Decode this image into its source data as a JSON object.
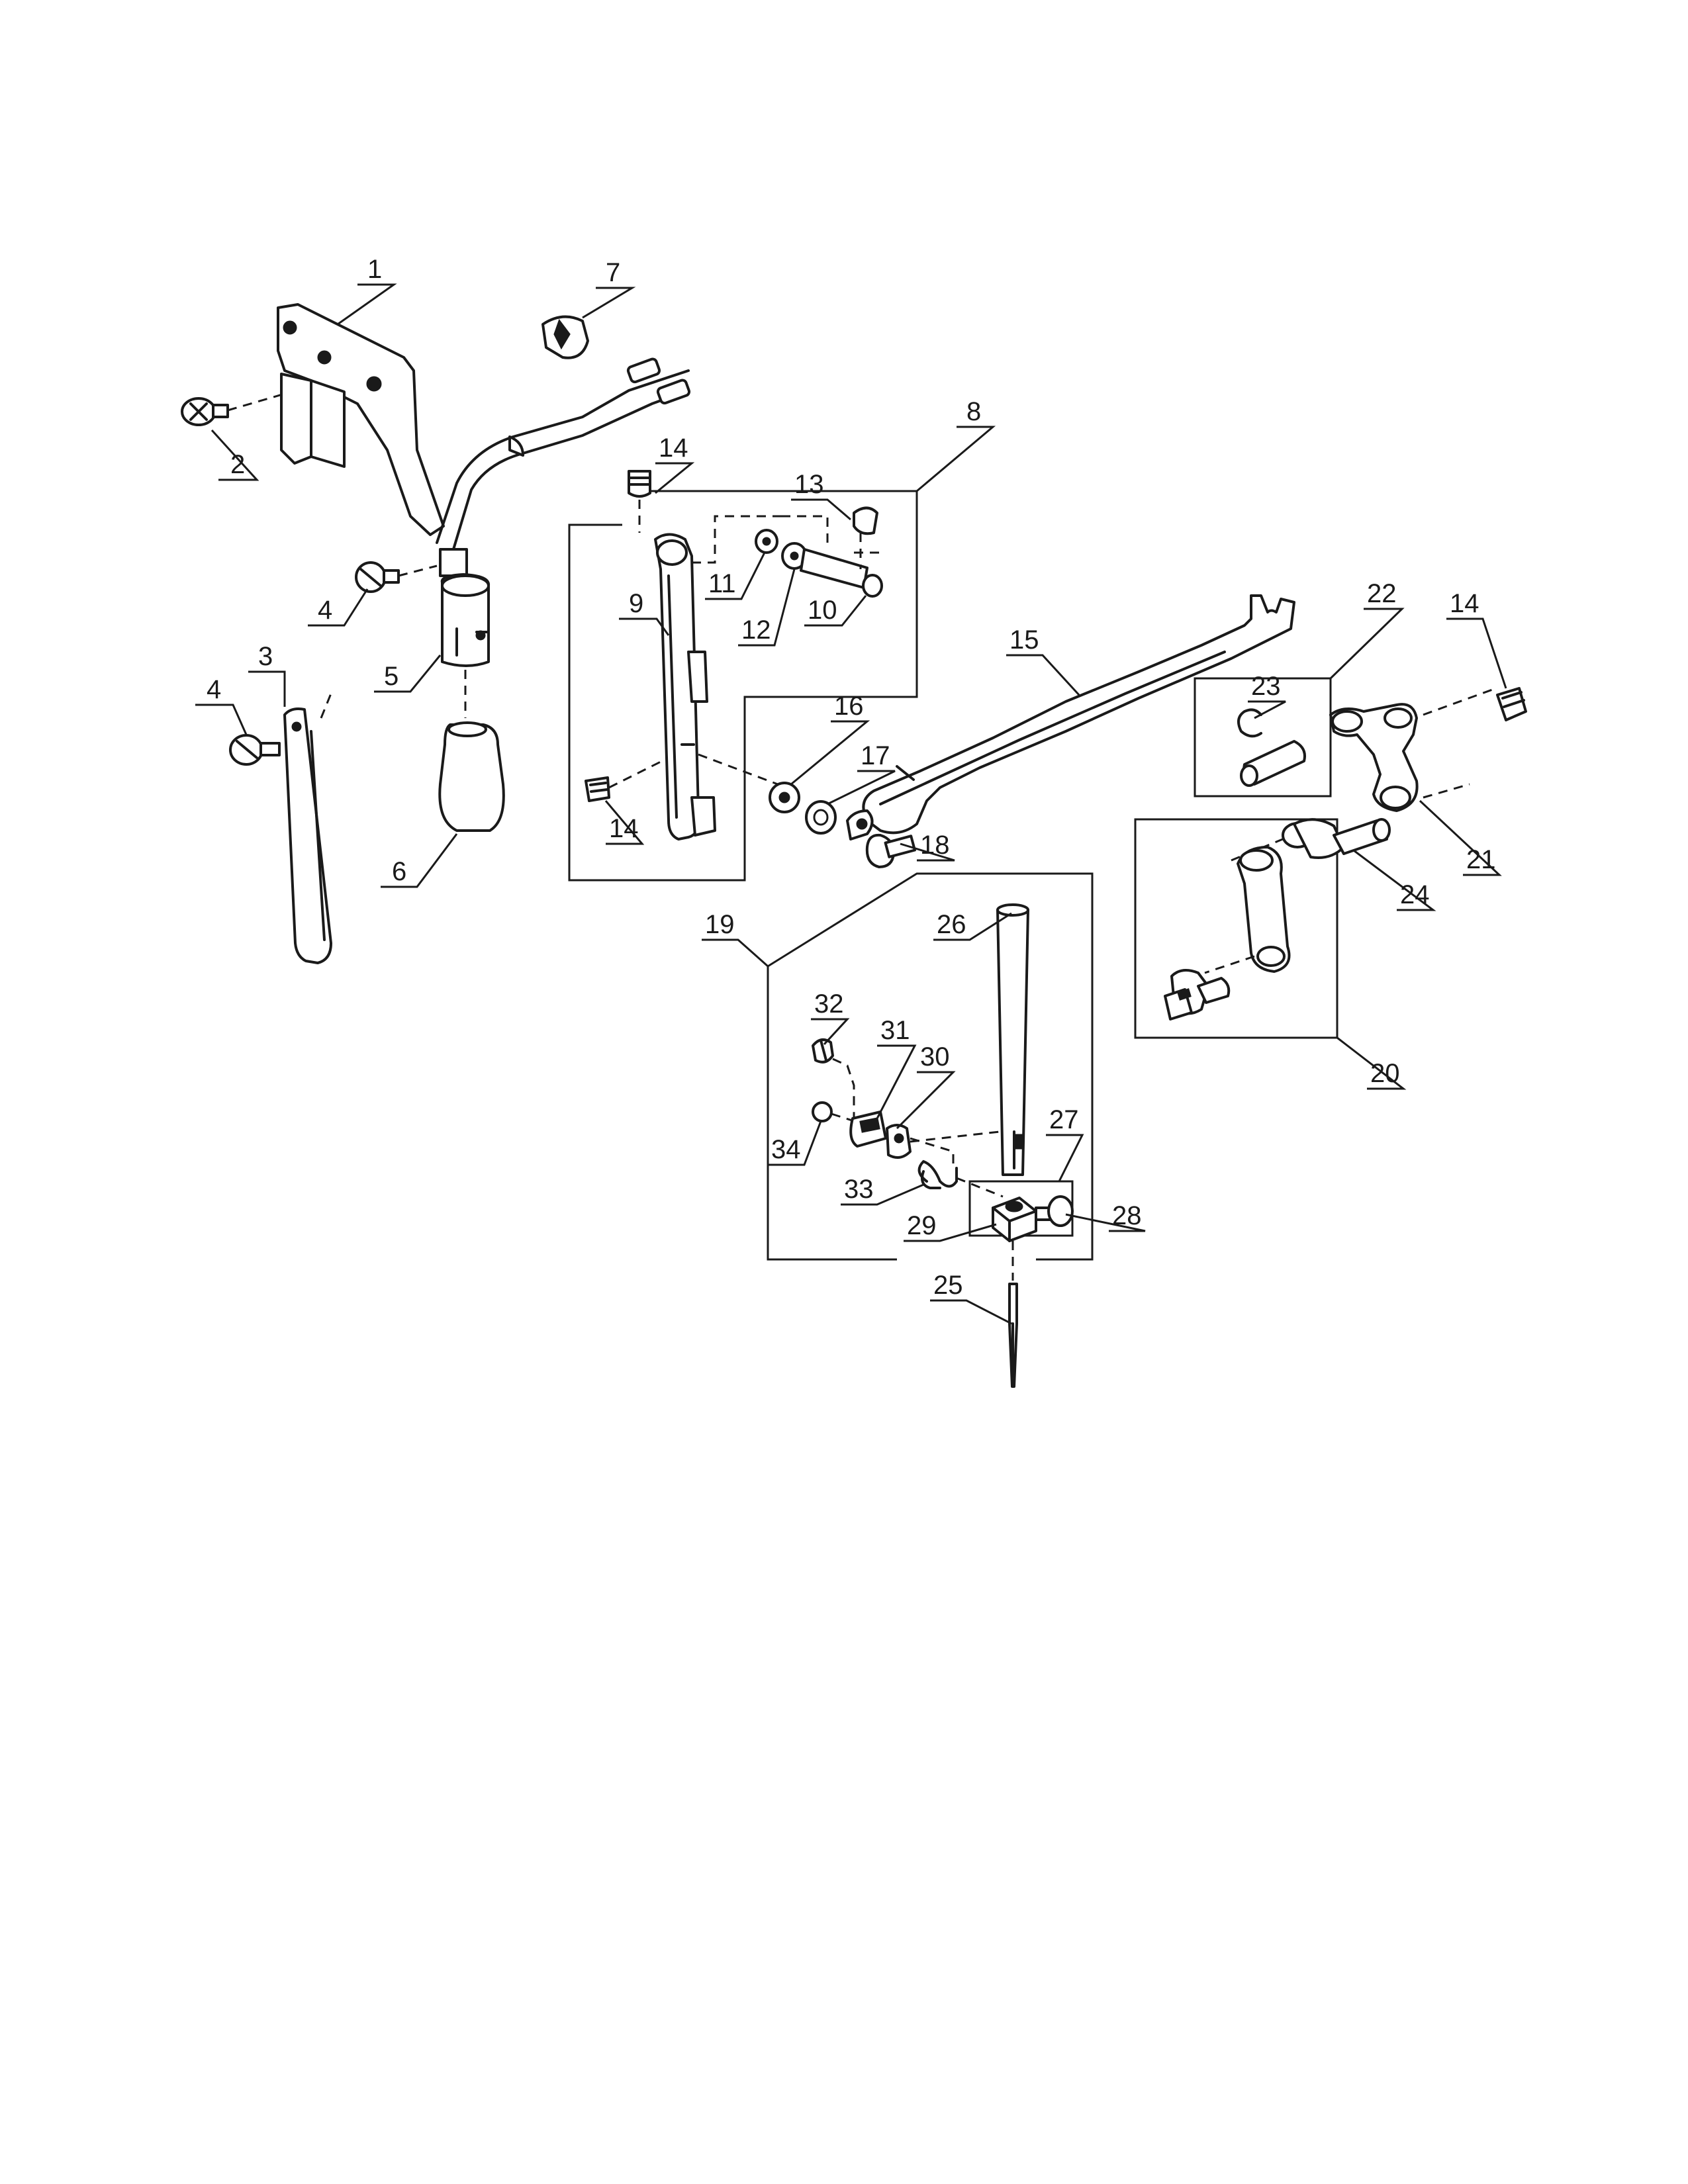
{
  "callouts": [
    {
      "id": "c1",
      "text": "1"
    },
    {
      "id": "c2",
      "text": "2"
    },
    {
      "id": "c3",
      "text": "3"
    },
    {
      "id": "c4a",
      "text": "4"
    },
    {
      "id": "c4b",
      "text": "4"
    },
    {
      "id": "c5",
      "text": "5"
    },
    {
      "id": "c6",
      "text": "6"
    },
    {
      "id": "c7",
      "text": "7"
    },
    {
      "id": "c8",
      "text": "8"
    },
    {
      "id": "c9",
      "text": "9"
    },
    {
      "id": "c10",
      "text": "10"
    },
    {
      "id": "c11",
      "text": "11"
    },
    {
      "id": "c12",
      "text": "12"
    },
    {
      "id": "c13",
      "text": "13"
    },
    {
      "id": "c14a",
      "text": "14"
    },
    {
      "id": "c14b",
      "text": "14"
    },
    {
      "id": "c14c",
      "text": "14"
    },
    {
      "id": "c15",
      "text": "15"
    },
    {
      "id": "c16",
      "text": "16"
    },
    {
      "id": "c17",
      "text": "17"
    },
    {
      "id": "c18",
      "text": "18"
    },
    {
      "id": "c19",
      "text": "19"
    },
    {
      "id": "c20",
      "text": "20"
    },
    {
      "id": "c21",
      "text": "21"
    },
    {
      "id": "c22",
      "text": "22"
    },
    {
      "id": "c23",
      "text": "23"
    },
    {
      "id": "c24",
      "text": "24"
    },
    {
      "id": "c25",
      "text": "25"
    },
    {
      "id": "c26",
      "text": "26"
    },
    {
      "id": "c27",
      "text": "27"
    },
    {
      "id": "c28",
      "text": "28"
    },
    {
      "id": "c29",
      "text": "29"
    },
    {
      "id": "c30",
      "text": "30"
    },
    {
      "id": "c31",
      "text": "31"
    },
    {
      "id": "c32",
      "text": "32"
    },
    {
      "id": "c33",
      "text": "33"
    },
    {
      "id": "c34",
      "text": "34"
    }
  ]
}
